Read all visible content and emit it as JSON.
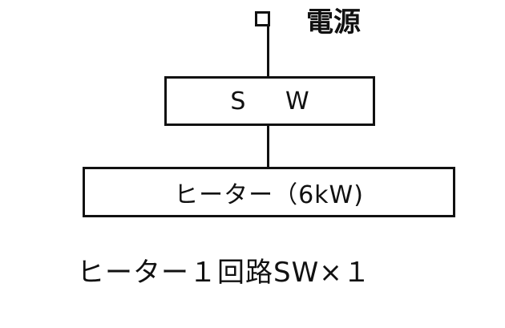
{
  "power_label": "電源",
  "switch_label": "S W",
  "heater_label": "ヒーター（6kW)",
  "caption": "ヒーター１回路SW×１"
}
